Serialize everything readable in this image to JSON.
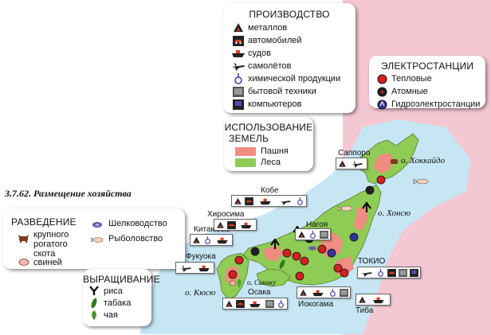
{
  "caption": "3.7.62. Размещение хозяйства",
  "production": {
    "title": "ПРОИЗВОДСТВО",
    "items": [
      {
        "label": "металлов",
        "icon": "metallurgy-icon"
      },
      {
        "label": "автомобилей",
        "icon": "car-icon"
      },
      {
        "label": "судов",
        "icon": "ship-icon"
      },
      {
        "label": "самолётов",
        "icon": "airplane-icon"
      },
      {
        "label": "химической продукции",
        "icon": "chemistry-icon"
      },
      {
        "label": "бытовой техники",
        "icon": "appliance-icon"
      },
      {
        "label": "компьютеров",
        "icon": "computer-icon"
      }
    ]
  },
  "power": {
    "title": "ЭЛЕКТРОСТАНЦИИ",
    "items": [
      {
        "label": "Тепловые",
        "icon": "thermal-plant-icon",
        "color": "#d62020"
      },
      {
        "label": "Атомные",
        "icon": "nuclear-plant-icon",
        "color": "#222222"
      },
      {
        "label": "Гидроэлектростанции",
        "icon": "hydro-plant-icon",
        "color": "#333399"
      }
    ]
  },
  "land_use": {
    "title_line1": "ИСПОЛЬЗОВАНИЕ",
    "title_line2": "ЗЕМЕЛЬ",
    "items": [
      {
        "label": "Пашня",
        "color": "#f08c80"
      },
      {
        "label": "Леса",
        "color": "#8fcc55"
      }
    ]
  },
  "breeding": {
    "title": "РАЗВЕДЕНИЕ",
    "cattle_lines": [
      "крупного",
      "рогатого",
      "скота"
    ],
    "pigs": "свиней",
    "silkworm": "Шелководство",
    "fishing": "Рыболовство"
  },
  "growing": {
    "title": "ВЫРАЩИВАНИЕ",
    "items": [
      {
        "label": "риса",
        "icon": "rice-icon"
      },
      {
        "label": "табака",
        "icon": "tobacco-icon"
      },
      {
        "label": "чая",
        "icon": "tea-icon"
      }
    ]
  },
  "cities": {
    "sapporo": "Саппоро",
    "kobe": "Кобе",
    "hiroshima": "Хиросима",
    "kitakyushu": "Китакюсю",
    "nagoya": "Нагоя",
    "fukuoka": "Фукуока",
    "tokyo": "ТОКИО",
    "osaka": "Осака",
    "yokohama": "Иокогама",
    "chiba": "Тиба"
  },
  "islands": {
    "hokkaido": "о. Хоккайдо",
    "honshu": "о. Хонсю",
    "shikoku": "о. Сикоку",
    "kyushu": "о. Кюсю"
  },
  "colors": {
    "sea": "#c6e6f4",
    "pacific": "#f4c8d2",
    "land": "#8fcc55",
    "arable": "#f08c80"
  }
}
